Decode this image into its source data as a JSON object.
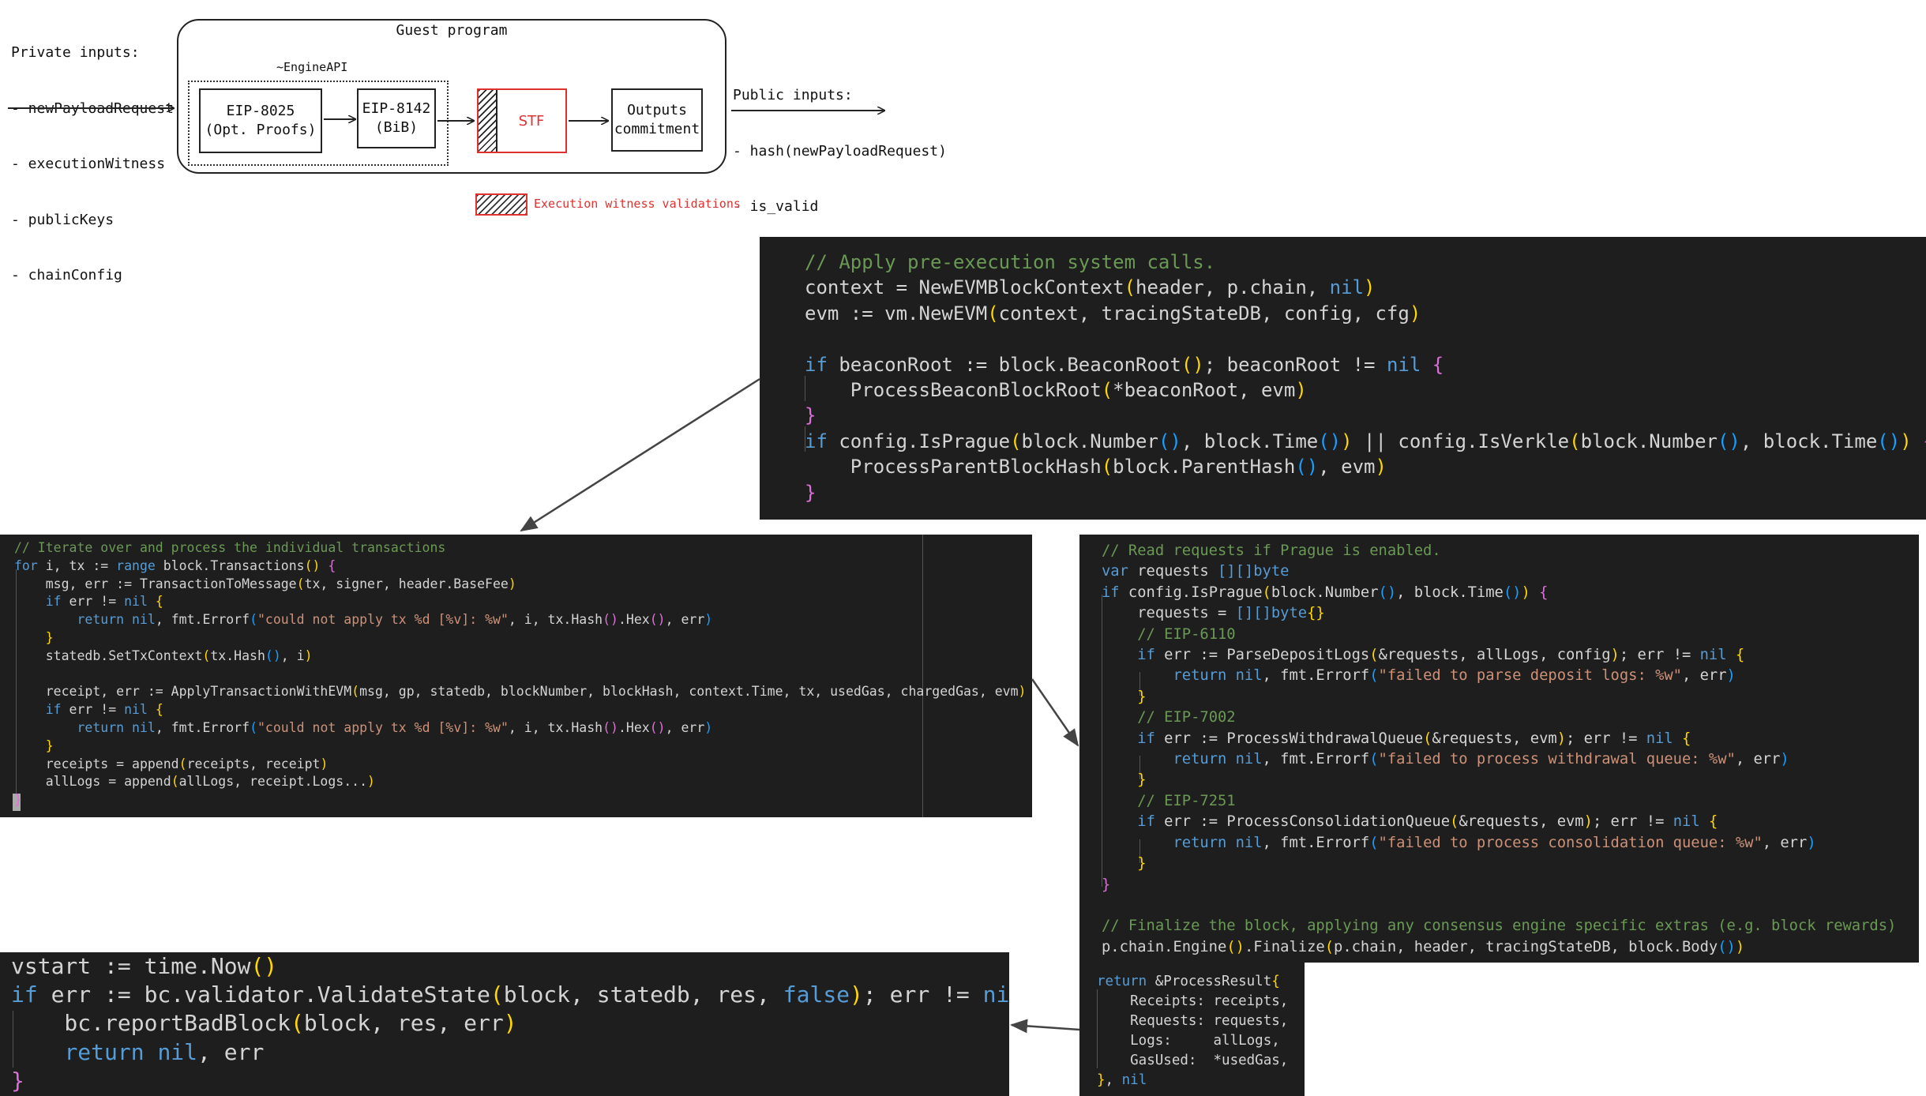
{
  "diagram": {
    "private_inputs": {
      "title": "Private inputs:",
      "items": [
        "- newPayloadRequest",
        "- executionWitness",
        "- publicKeys",
        "- chainConfig"
      ]
    },
    "guest_program": {
      "title": "Guest program"
    },
    "engine_api": {
      "label": "~EngineAPI"
    },
    "eip8025": {
      "line1": "EIP-8025",
      "line2": "(Opt. Proofs)"
    },
    "eip8142": {
      "line1": "EIP-8142",
      "line2": "(BiB)"
    },
    "stf": {
      "label": "STF"
    },
    "outputs": {
      "line1": "Outputs",
      "line2": "commitment"
    },
    "public_inputs": {
      "title": "Public inputs:",
      "items": [
        "- hash(newPayloadRequest)",
        "- is_valid"
      ]
    },
    "legend": {
      "label": "Execution witness validations"
    },
    "colors": {
      "accent_red": "#e03131",
      "stroke": "#222222"
    }
  },
  "code_blocks": {
    "pre_execution": {
      "lines": [
        [
          [
            "c-com",
            "// Apply pre-execution system calls."
          ]
        ],
        [
          [
            "",
            "context = NewEVMBlockContext"
          ],
          [
            "c-p2",
            "("
          ],
          [
            "",
            "header, p.chain, "
          ],
          [
            "c-kw",
            "nil"
          ],
          [
            "c-p2",
            ")"
          ]
        ],
        [
          [
            "",
            "evm := vm.NewEVM"
          ],
          [
            "c-p2",
            "("
          ],
          [
            "",
            "context, tracingStateDB, config, cfg"
          ],
          [
            "c-p2",
            ")"
          ]
        ],
        [
          [
            "",
            ""
          ]
        ],
        [
          [
            "c-kw",
            "if"
          ],
          [
            "",
            " beaconRoot := block.BeaconRoot"
          ],
          [
            "c-p2",
            "()"
          ],
          [
            "",
            "; beaconRoot != "
          ],
          [
            "c-kw",
            "nil"
          ],
          [
            "",
            " "
          ],
          [
            "c-p1",
            "{"
          ]
        ],
        [
          [
            "",
            "    ProcessBeaconBlockRoot"
          ],
          [
            "c-p2",
            "("
          ],
          [
            "",
            "*beaconRoot, evm"
          ],
          [
            "c-p2",
            ")"
          ]
        ],
        [
          [
            "c-p1",
            "}"
          ]
        ],
        [
          [
            "c-kw",
            "if"
          ],
          [
            "",
            " config.IsPrague"
          ],
          [
            "c-p2",
            "("
          ],
          [
            "",
            "block.Number"
          ],
          [
            "c-p3",
            "()"
          ],
          [
            "",
            ", block.Time"
          ],
          [
            "c-p3",
            "()"
          ],
          [
            "c-p2",
            ")"
          ],
          [
            "",
            " || config.IsVerkle"
          ],
          [
            "c-p2",
            "("
          ],
          [
            "",
            "block.Number"
          ],
          [
            "c-p3",
            "()"
          ],
          [
            "",
            ", block.Time"
          ],
          [
            "c-p3",
            "()"
          ],
          [
            "c-p2",
            ")"
          ],
          [
            "",
            " "
          ],
          [
            "c-p1",
            "{"
          ]
        ],
        [
          [
            "",
            "    ProcessParentBlockHash"
          ],
          [
            "c-p2",
            "("
          ],
          [
            "",
            "block.ParentHash"
          ],
          [
            "c-p3",
            "()"
          ],
          [
            "",
            ", evm"
          ],
          [
            "c-p2",
            ")"
          ]
        ],
        [
          [
            "c-p1",
            "}"
          ]
        ]
      ]
    },
    "transactions": {
      "lines": [
        [
          [
            "c-com",
            "// Iterate over and process the individual transactions"
          ]
        ],
        [
          [
            "c-kw",
            "for"
          ],
          [
            "",
            " i, tx := "
          ],
          [
            "c-kw",
            "range"
          ],
          [
            "",
            " block.Transactions"
          ],
          [
            "c-p2",
            "()"
          ],
          [
            "",
            " "
          ],
          [
            "c-p1",
            "{"
          ]
        ],
        [
          [
            "",
            "    msg, err := TransactionToMessage"
          ],
          [
            "c-p2",
            "("
          ],
          [
            "",
            "tx, signer, header.BaseFee"
          ],
          [
            "c-p2",
            ")"
          ]
        ],
        [
          [
            "",
            "    "
          ],
          [
            "c-kw",
            "if"
          ],
          [
            "",
            " err != "
          ],
          [
            "c-kw",
            "nil"
          ],
          [
            "",
            " "
          ],
          [
            "c-p2",
            "{"
          ]
        ],
        [
          [
            "",
            "        "
          ],
          [
            "c-kw",
            "return"
          ],
          [
            "",
            " "
          ],
          [
            "c-kw",
            "nil"
          ],
          [
            "",
            ", fmt.Errorf"
          ],
          [
            "c-p3",
            "("
          ],
          [
            "c-str",
            "\"could not apply tx %d [%v]: %w\""
          ],
          [
            "",
            ", i, tx.Hash"
          ],
          [
            "c-p1",
            "()"
          ],
          [
            "",
            ".Hex"
          ],
          [
            "c-p1",
            "()"
          ],
          [
            "",
            ", err"
          ],
          [
            "c-p3",
            ")"
          ]
        ],
        [
          [
            "",
            "    "
          ],
          [
            "c-p2",
            "}"
          ]
        ],
        [
          [
            "",
            "    statedb.SetTxContext"
          ],
          [
            "c-p2",
            "("
          ],
          [
            "",
            "tx.Hash"
          ],
          [
            "c-p3",
            "()"
          ],
          [
            "",
            ", i"
          ],
          [
            "c-p2",
            ")"
          ]
        ],
        [
          [
            "",
            ""
          ]
        ],
        [
          [
            "",
            "    receipt, err := ApplyTransactionWithEVM"
          ],
          [
            "c-p2",
            "("
          ],
          [
            "",
            "msg, gp, statedb, blockNumber, blockHash, context.Time, tx, usedGas, chargedGas, evm"
          ],
          [
            "c-p2",
            ")"
          ]
        ],
        [
          [
            "",
            "    "
          ],
          [
            "c-kw",
            "if"
          ],
          [
            "",
            " err != "
          ],
          [
            "c-kw",
            "nil"
          ],
          [
            "",
            " "
          ],
          [
            "c-p2",
            "{"
          ]
        ],
        [
          [
            "",
            "        "
          ],
          [
            "c-kw",
            "return"
          ],
          [
            "",
            " "
          ],
          [
            "c-kw",
            "nil"
          ],
          [
            "",
            ", fmt.Errorf"
          ],
          [
            "c-p3",
            "("
          ],
          [
            "c-str",
            "\"could not apply tx %d [%v]: %w\""
          ],
          [
            "",
            ", i, tx.Hash"
          ],
          [
            "c-p1",
            "()"
          ],
          [
            "",
            ".Hex"
          ],
          [
            "c-p1",
            "()"
          ],
          [
            "",
            ", err"
          ],
          [
            "c-p3",
            ")"
          ]
        ],
        [
          [
            "",
            "    "
          ],
          [
            "c-p2",
            "}"
          ]
        ],
        [
          [
            "",
            "    receipts = append"
          ],
          [
            "c-p2",
            "("
          ],
          [
            "",
            "receipts, receipt"
          ],
          [
            "c-p2",
            ")"
          ]
        ],
        [
          [
            "",
            "    allLogs = append"
          ],
          [
            "c-p2",
            "("
          ],
          [
            "",
            "allLogs, receipt.Logs..."
          ],
          [
            "c-p2",
            ")"
          ]
        ],
        [
          [
            "c-p1",
            "}"
          ]
        ]
      ]
    },
    "requests": {
      "lines": [
        [
          [
            "c-com",
            "// Read requests if Prague is enabled."
          ]
        ],
        [
          [
            "c-kw",
            "var"
          ],
          [
            "",
            " requests "
          ],
          [
            "c-kw",
            "[][]byte"
          ]
        ],
        [
          [
            "c-kw",
            "if"
          ],
          [
            "",
            " config.IsPrague"
          ],
          [
            "c-p2",
            "("
          ],
          [
            "",
            "block.Number"
          ],
          [
            "c-p3",
            "()"
          ],
          [
            "",
            ", block.Time"
          ],
          [
            "c-p3",
            "()"
          ],
          [
            "c-p2",
            ")"
          ],
          [
            "",
            " "
          ],
          [
            "c-p1",
            "{"
          ]
        ],
        [
          [
            "",
            "    requests = "
          ],
          [
            "c-kw",
            "[][]byte"
          ],
          [
            "c-p2",
            "{}"
          ]
        ],
        [
          [
            "",
            "    "
          ],
          [
            "c-com",
            "// EIP-6110"
          ]
        ],
        [
          [
            "",
            "    "
          ],
          [
            "c-kw",
            "if"
          ],
          [
            "",
            " err := ParseDepositLogs"
          ],
          [
            "c-p2",
            "("
          ],
          [
            "",
            "&requests, allLogs, config"
          ],
          [
            "c-p2",
            ")"
          ],
          [
            "",
            "; err != "
          ],
          [
            "c-kw",
            "nil"
          ],
          [
            "",
            " "
          ],
          [
            "c-p2",
            "{"
          ]
        ],
        [
          [
            "",
            "        "
          ],
          [
            "c-kw",
            "return"
          ],
          [
            "",
            " "
          ],
          [
            "c-kw",
            "nil"
          ],
          [
            "",
            ", fmt.Errorf"
          ],
          [
            "c-p3",
            "("
          ],
          [
            "c-str",
            "\"failed to parse deposit logs: %w\""
          ],
          [
            "",
            ", err"
          ],
          [
            "c-p3",
            ")"
          ]
        ],
        [
          [
            "",
            "    "
          ],
          [
            "c-p2",
            "}"
          ]
        ],
        [
          [
            "",
            "    "
          ],
          [
            "c-com",
            "// EIP-7002"
          ]
        ],
        [
          [
            "",
            "    "
          ],
          [
            "c-kw",
            "if"
          ],
          [
            "",
            " err := ProcessWithdrawalQueue"
          ],
          [
            "c-p2",
            "("
          ],
          [
            "",
            "&requests, evm"
          ],
          [
            "c-p2",
            ")"
          ],
          [
            "",
            "; err != "
          ],
          [
            "c-kw",
            "nil"
          ],
          [
            "",
            " "
          ],
          [
            "c-p2",
            "{"
          ]
        ],
        [
          [
            "",
            "        "
          ],
          [
            "c-kw",
            "return"
          ],
          [
            "",
            " "
          ],
          [
            "c-kw",
            "nil"
          ],
          [
            "",
            ", fmt.Errorf"
          ],
          [
            "c-p3",
            "("
          ],
          [
            "c-str",
            "\"failed to process withdrawal queue: %w\""
          ],
          [
            "",
            ", err"
          ],
          [
            "c-p3",
            ")"
          ]
        ],
        [
          [
            "",
            "    "
          ],
          [
            "c-p2",
            "}"
          ]
        ],
        [
          [
            "",
            "    "
          ],
          [
            "c-com",
            "// EIP-7251"
          ]
        ],
        [
          [
            "",
            "    "
          ],
          [
            "c-kw",
            "if"
          ],
          [
            "",
            " err := ProcessConsolidationQueue"
          ],
          [
            "c-p2",
            "("
          ],
          [
            "",
            "&requests, evm"
          ],
          [
            "c-p2",
            ")"
          ],
          [
            "",
            "; err != "
          ],
          [
            "c-kw",
            "nil"
          ],
          [
            "",
            " "
          ],
          [
            "c-p2",
            "{"
          ]
        ],
        [
          [
            "",
            "        "
          ],
          [
            "c-kw",
            "return"
          ],
          [
            "",
            " "
          ],
          [
            "c-kw",
            "nil"
          ],
          [
            "",
            ", fmt.Errorf"
          ],
          [
            "c-p3",
            "("
          ],
          [
            "c-str",
            "\"failed to process consolidation queue: %w\""
          ],
          [
            "",
            ", err"
          ],
          [
            "c-p3",
            ")"
          ]
        ],
        [
          [
            "",
            "    "
          ],
          [
            "c-p2",
            "}"
          ]
        ],
        [
          [
            "c-p1",
            "}"
          ]
        ],
        [
          [
            "",
            ""
          ]
        ],
        [
          [
            "c-com",
            "// Finalize the block, applying any consensus engine specific extras (e.g. block rewards)"
          ]
        ],
        [
          [
            "",
            "p.chain.Engine"
          ],
          [
            "c-p2",
            "()"
          ],
          [
            "",
            ".Finalize"
          ],
          [
            "c-p2",
            "("
          ],
          [
            "",
            "p.chain, header, tracingStateDB, block.Body"
          ],
          [
            "c-p3",
            "()"
          ],
          [
            "c-p2",
            ")"
          ]
        ]
      ]
    },
    "result": {
      "lines": [
        [
          [
            "c-kw",
            "return"
          ],
          [
            "",
            " &ProcessResult"
          ],
          [
            "c-p2",
            "{"
          ]
        ],
        [
          [
            "",
            "    Receipts: receipts,"
          ]
        ],
        [
          [
            "",
            "    Requests: requests,"
          ]
        ],
        [
          [
            "",
            "    Logs:     allLogs,"
          ]
        ],
        [
          [
            "",
            "    GasUsed:  *usedGas,"
          ]
        ],
        [
          [
            "c-p2",
            "}"
          ],
          [
            "",
            ", "
          ],
          [
            "c-kw",
            "nil"
          ]
        ]
      ]
    },
    "validate": {
      "lines": [
        [
          [
            "",
            "vstart := time.Now"
          ],
          [
            "c-p2",
            "()"
          ]
        ],
        [
          [
            "c-kw",
            "if"
          ],
          [
            "",
            " err := bc.validator.ValidateState"
          ],
          [
            "c-p2",
            "("
          ],
          [
            "",
            "block, statedb, res, "
          ],
          [
            "c-kw",
            "false"
          ],
          [
            "c-p2",
            ")"
          ],
          [
            "",
            "; err != "
          ],
          [
            "c-kw",
            "nil"
          ],
          [
            "",
            " "
          ],
          [
            "c-p1",
            "{"
          ]
        ],
        [
          [
            "",
            "    bc.reportBadBlock"
          ],
          [
            "c-p2",
            "("
          ],
          [
            "",
            "block, res, err"
          ],
          [
            "c-p2",
            ")"
          ]
        ],
        [
          [
            "",
            "    "
          ],
          [
            "c-kw",
            "return"
          ],
          [
            "",
            " "
          ],
          [
            "c-kw",
            "nil"
          ],
          [
            "",
            ", err"
          ]
        ],
        [
          [
            "c-p1",
            "}"
          ]
        ]
      ]
    }
  }
}
